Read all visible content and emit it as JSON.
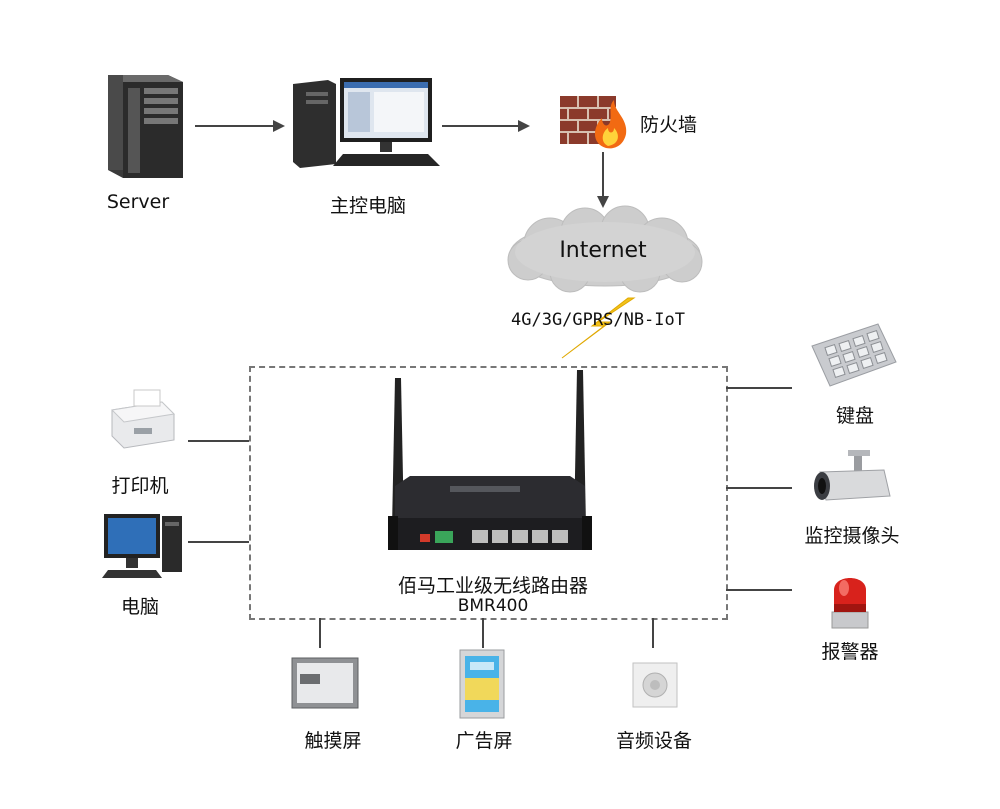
{
  "top": {
    "server": "Server",
    "master_pc": "主控电脑",
    "firewall": "防火墙",
    "internet": "Internet"
  },
  "network_label": "4G/3G/GPRS/NB-IoT",
  "router": {
    "name": "佰马工业级无线路由器",
    "model": "BMR400"
  },
  "left_devices": [
    "打印机",
    "电脑"
  ],
  "right_devices": [
    "键盘",
    "监控摄像头",
    "报警器"
  ],
  "bottom_devices": [
    "触摸屏",
    "广告屏",
    "音频设备"
  ],
  "colors": {
    "cloud": "#cfcfcf",
    "lightning": "#f2c21b",
    "line": "#444444",
    "dash": "#777777"
  }
}
